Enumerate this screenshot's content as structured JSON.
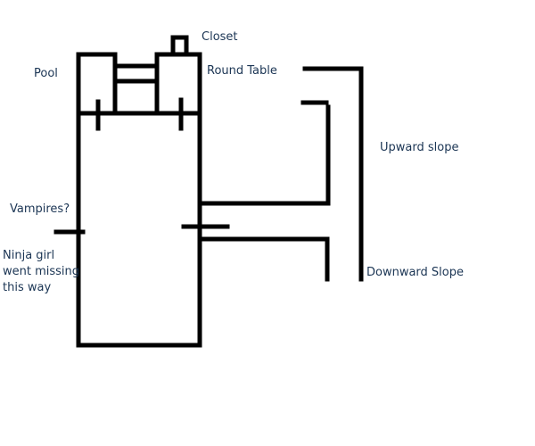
{
  "labels": {
    "closet": "Closet",
    "pool": "Pool",
    "round_table": "Round Table",
    "upward_slope": "Upward slope",
    "vampires": "Vampires?",
    "ninja_line1": "Ninja girl",
    "ninja_line2": "went missing",
    "ninja_line3": "this way",
    "downward_slope": "Downward Slope"
  },
  "colors": {
    "line": "#000000",
    "text": "#1b3554"
  }
}
